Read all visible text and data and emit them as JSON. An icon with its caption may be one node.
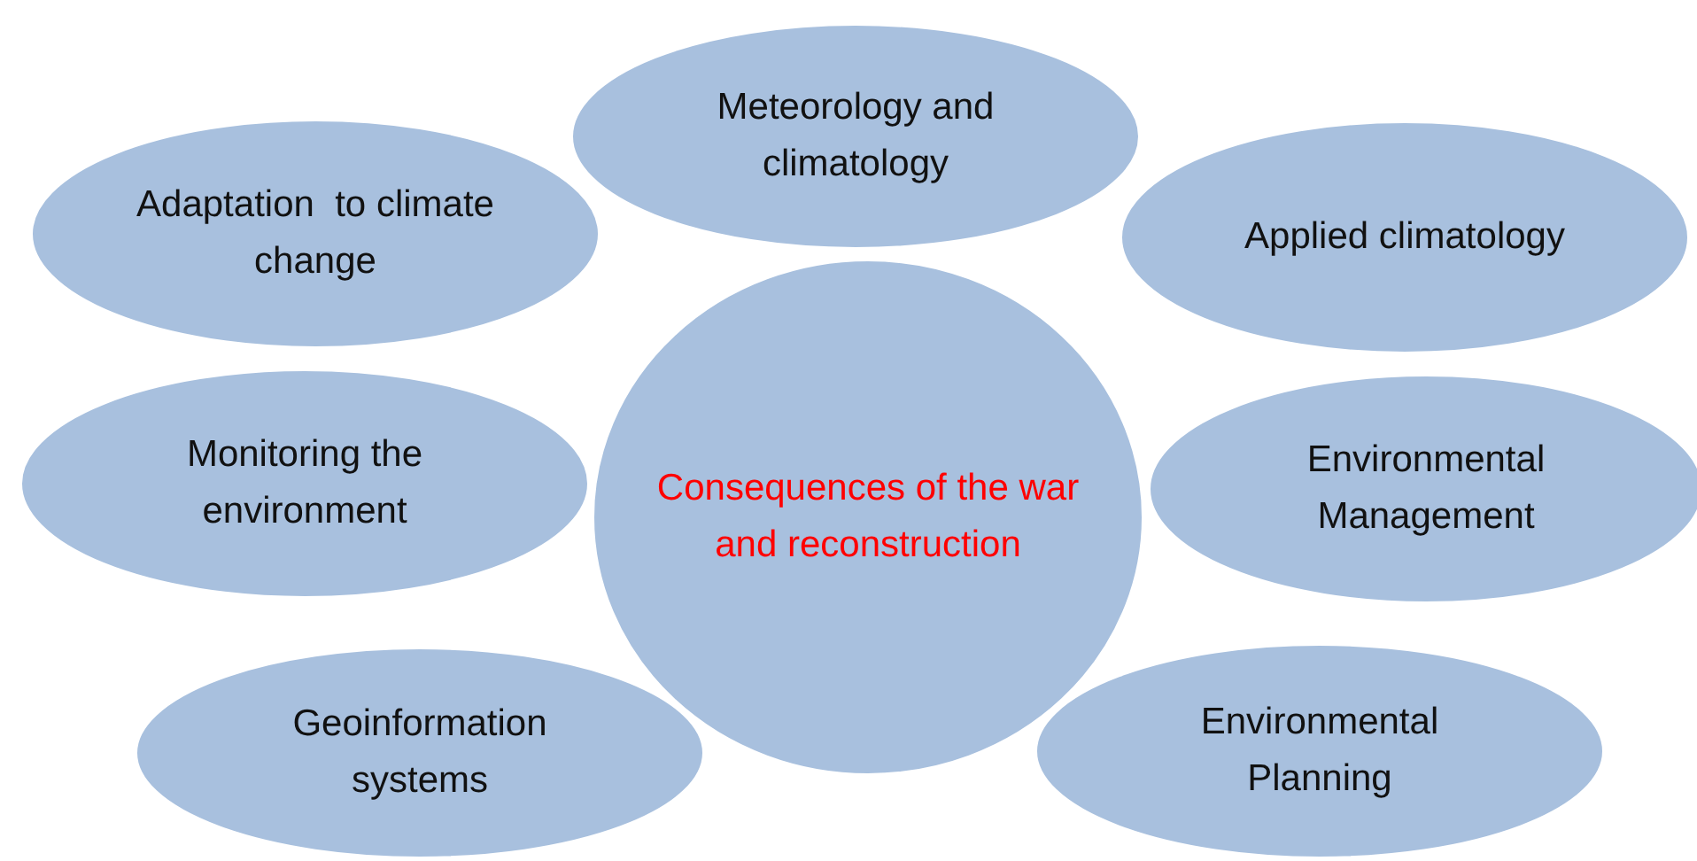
{
  "diagram": {
    "nodes": [
      {
        "text": [
          "Meteorology and climatology"
        ]
      },
      {
        "text": [
          "Adaptation  to climate change"
        ]
      },
      {
        "text": [
          "Applied climatology"
        ]
      },
      {
        "text": [
          "Monitoring the environment"
        ]
      },
      {
        "text": [
          "Consequences of the war and reconstruction"
        ]
      },
      {
        "text": [
          "Environmental Management"
        ]
      },
      {
        "text": [
          "Geoinformation systems"
        ]
      },
      {
        "text": [
          "Environmental Planning"
        ]
      }
    ]
  }
}
